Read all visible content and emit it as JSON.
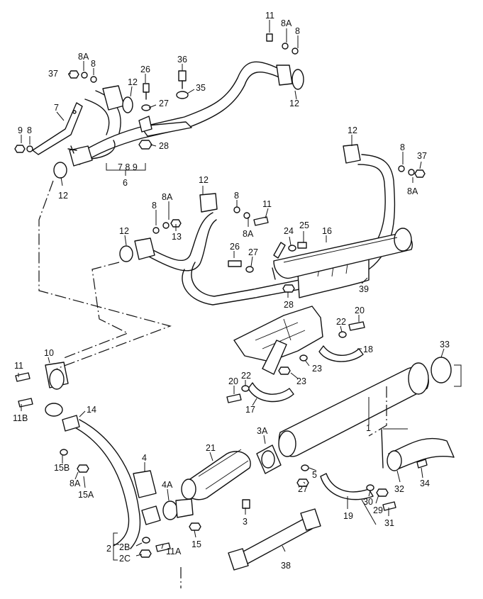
{
  "labels": {
    "l_11_top": "11",
    "l_8A_top": "8A",
    "l_8_top": "8",
    "l_12_tr": "12",
    "l_37_l": "37",
    "l_8A_l": "8A",
    "l_8_l": "8",
    "l_26_t": "26",
    "l_12_l": "12",
    "l_36": "36",
    "l_35": "35",
    "l_27_t": "27",
    "l_7": "7",
    "l_9": "9",
    "l_8_ll": "8",
    "l_28_t": "28",
    "l_12_ll": "12",
    "l_789": "7 8 9",
    "l_6": "6",
    "l_12_r": "12",
    "l_8_r": "8",
    "l_37_r": "37",
    "l_8A_r": "8A",
    "l_12_m": "12",
    "l_8A_m": "8A",
    "l_8_m": "8",
    "l_13": "13",
    "l_8_m2": "8",
    "l_11_m": "11",
    "l_8A_m2": "8A",
    "l_12_m2": "12",
    "l_24": "24",
    "l_25": "25",
    "l_16": "16",
    "l_26_m": "26",
    "l_27_m": "27",
    "l_39": "39",
    "l_28_m": "28",
    "l_20_r": "20",
    "l_22_r": "22",
    "l_18": "18",
    "l_23_r": "23",
    "l_23_l": "23",
    "l_22_l": "22",
    "l_20_l": "20",
    "l_17": "17",
    "l_33": "33",
    "l_10": "10",
    "l_11_l": "11",
    "l_11B": "11B",
    "l_14": "14",
    "l_3A": "3A",
    "l_1": "1",
    "l_21": "21",
    "l_4": "4",
    "l_4A": "4A",
    "l_15B": "15B",
    "l_8A_b": "8A",
    "l_15A": "15A",
    "l_5": "5",
    "l_27_b": "27",
    "l_3": "3",
    "l_15": "15",
    "l_19": "19",
    "l_30": "30",
    "l_29": "29",
    "l_31": "31",
    "l_32": "32",
    "l_34": "34",
    "l_2": "2",
    "l_2B": "2B",
    "l_2C": "2C",
    "l_11A": "11A",
    "l_38": "38"
  }
}
